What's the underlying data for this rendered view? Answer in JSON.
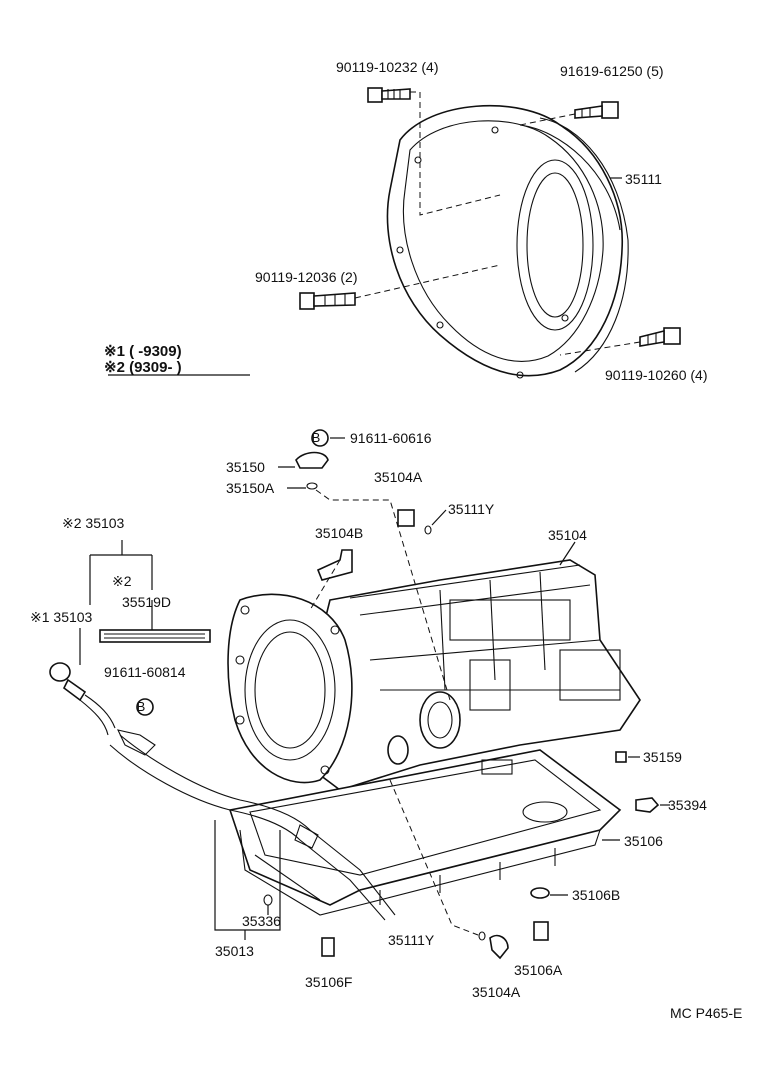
{
  "labels": {
    "p90119_10232": "90119-10232 (4)",
    "p91619_61250": "91619-61250 (5)",
    "p35111": "35111",
    "p90119_12036": "90119-12036 (2)",
    "p90119_10260": "90119-10260 (4)",
    "note1": "※1 (     -9309)",
    "note2": "※2 (9309-      )",
    "pB_91611_60616": "91611-60616",
    "pB_mark": "B",
    "p35150": "35150",
    "p35150A": "35150A",
    "p35104A_top": "35104A",
    "p35111Y_top": "35111Y",
    "p35104B": "35104B",
    "p35104": "35104",
    "pX2_35103": "※2 35103",
    "pX2": "※2",
    "p35519D": "35519D",
    "pX1_35103": "※1 35103",
    "p91611_60814": "91611-60814",
    "pB2_mark": "B",
    "p35159": "35159",
    "p35394": "35394",
    "p35106": "35106",
    "p35106B": "35106B",
    "p35336": "35336",
    "p35013": "35013",
    "p35111Y_bot": "35111Y",
    "p35106F": "35106F",
    "p35106A": "35106A",
    "p35104A_bot": "35104A",
    "footer": "MC  P465-E"
  }
}
